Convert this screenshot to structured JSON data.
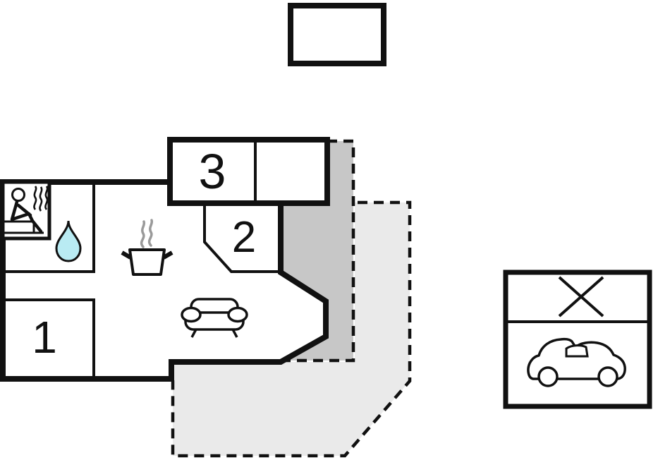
{
  "floor_plan": {
    "room_labels": {
      "room1": "1",
      "room2": "2",
      "room3": "3"
    },
    "colors": {
      "wall": "#111111",
      "terrace_dark": "#c7c7c7",
      "terrace_light": "#eaeaea",
      "water": "#b9ebf3",
      "steam": "#9a9a9a"
    },
    "icons": {
      "sauna": "sauna-person-icon",
      "bathroom": "water-drop-icon",
      "kitchen": "cooking-pot-icon",
      "living": "sofa-icon",
      "carport_top": "cross-icon",
      "carport_bottom": "car-icon"
    }
  }
}
